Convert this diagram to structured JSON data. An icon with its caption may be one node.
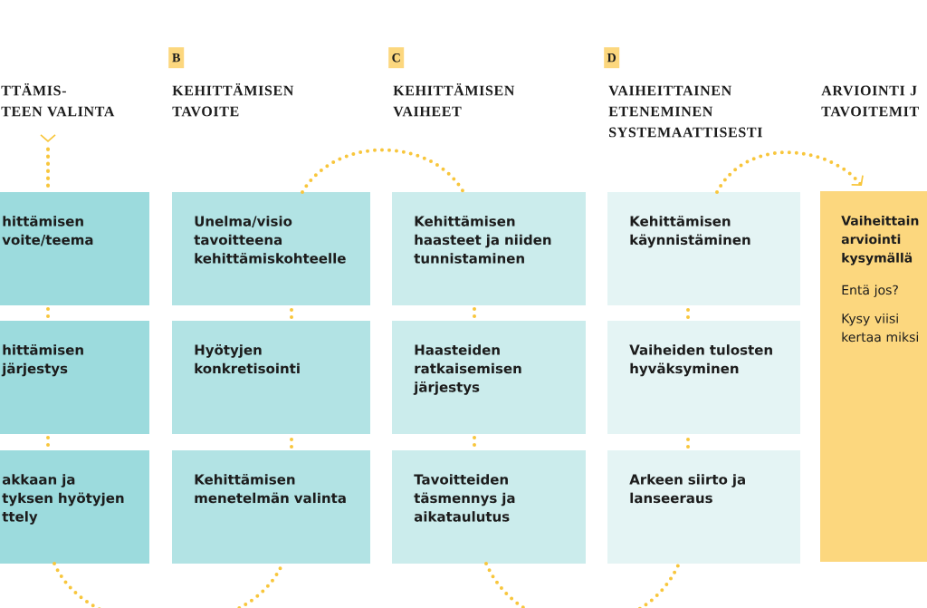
{
  "diagram": {
    "nodes": [
      {
        "text": [
          "hittämisen voite/teema"
        ]
      },
      {
        "text": [
          "hittämisen järjestys"
        ]
      },
      {
        "text": [
          "akkaan ja tyksen hyötyjen ttely"
        ]
      },
      {
        "text": [
          "Unelma/visio tavoitteena kehittämiskohteelle"
        ]
      },
      {
        "text": [
          "Hyötyjen konkretisointi"
        ]
      },
      {
        "text": [
          "Kehittämisen menetelmän valinta"
        ]
      },
      {
        "text": [
          "Kehittämisen haasteet ja niiden tunnistaminen"
        ]
      },
      {
        "text": [
          "Haasteiden ratkaisemisen järjestys"
        ]
      },
      {
        "text": [
          "Tavoitteiden täsmennys ja aikataulutus"
        ]
      },
      {
        "text": [
          "Kehittämisen käynnistäminen"
        ]
      },
      {
        "text": [
          "Vaiheiden tulosten hyväksyminen"
        ]
      },
      {
        "text": [
          "Arkeen siirto ja lanseeraus"
        ]
      },
      {
        "text": [
          "Vaiheittain arviointi kysymällä",
          "Entä jos?",
          "Kysy viisi kertaa miksi"
        ]
      }
    ],
    "edges": [
      {
        "from": 0,
        "to": null,
        "arrow": "to"
      },
      {
        "from": 0,
        "to": 1,
        "arrow": "none"
      },
      {
        "from": 1,
        "to": 2,
        "arrow": "none"
      },
      {
        "from": 2,
        "to": 5,
        "arrow": "none"
      },
      {
        "from": 5,
        "to": 4,
        "arrow": "none"
      },
      {
        "from": 4,
        "to": 3,
        "arrow": "none"
      },
      {
        "from": 3,
        "to": 6,
        "arrow": "none"
      },
      {
        "from": 6,
        "to": 7,
        "arrow": "none"
      },
      {
        "from": 7,
        "to": 8,
        "arrow": "none"
      },
      {
        "from": 8,
        "to": 11,
        "arrow": "none"
      },
      {
        "from": 11,
        "to": 10,
        "arrow": "none"
      },
      {
        "from": 10,
        "to": 9,
        "arrow": "none"
      },
      {
        "from": 9,
        "to": 12,
        "arrow": "to"
      }
    ],
    "labels": [
      "B",
      "C",
      "D",
      "TTÄMIS- TEEN VALINTA",
      "KEHITTÄMISEN TAVOITE",
      "KEHITTÄMISEN VAIHEET",
      "VAIHEITTAINEN ETENEMINEN SYSTEMAATTISESTI",
      "ARVIOINTI J TAVOITEMIT"
    ]
  }
}
